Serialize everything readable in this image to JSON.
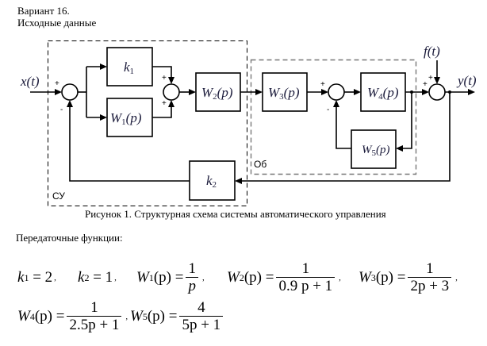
{
  "header": {
    "variant": "Вариант 16.",
    "initial_data": "Исходные данные"
  },
  "diagram": {
    "signals": {
      "input": "x(t)",
      "disturbance": "f(t)",
      "output": "y(t)"
    },
    "blocks": {
      "k1": "k",
      "k1_sub": "1",
      "w1": "W",
      "w1_sub": "1",
      "w2": "W",
      "w2_sub": "2",
      "w3": "W",
      "w3_sub": "3",
      "w4": "W",
      "w4_sub": "4",
      "w5": "W",
      "w5_sub": "5",
      "k2": "k",
      "k2_sub": "2",
      "arg": "(p)"
    },
    "regions": {
      "controller": "СУ",
      "plant": "Об"
    },
    "signs": {
      "sum1_in": "+",
      "sum1_fb": "-",
      "sum2_top": "+",
      "sum2_bottom": "+",
      "sum3_in": "+",
      "sum3_fb": "-",
      "sum4_in": "+",
      "sum4_dist": "+"
    },
    "caption": "Рисунок 1. Структурная схема системы автоматического управления"
  },
  "transfer": {
    "heading": "Передаточные функции:",
    "k1": {
      "name": "k",
      "sub": "1",
      "value": "= 2"
    },
    "k2": {
      "name": "k",
      "sub": "2",
      "value": "= 1"
    },
    "W1": {
      "name": "W",
      "sub": "1",
      "arg": "(p) =",
      "num": "1",
      "den": "p"
    },
    "W2": {
      "name": "W",
      "sub": "2",
      "arg": "(p) =",
      "num": "1",
      "den": "0.9 p + 1"
    },
    "W3": {
      "name": "W",
      "sub": "3",
      "arg": "(p) =",
      "num": "1",
      "den": "2p + 3"
    },
    "W4": {
      "name": "W",
      "sub": "4",
      "arg": "(p) =",
      "num": "1",
      "den": "2.5p + 1"
    },
    "W5": {
      "name": "W",
      "sub": "5",
      "arg": "(p) =",
      "num": "4",
      "den": "5p + 1"
    },
    "separator": ","
  }
}
